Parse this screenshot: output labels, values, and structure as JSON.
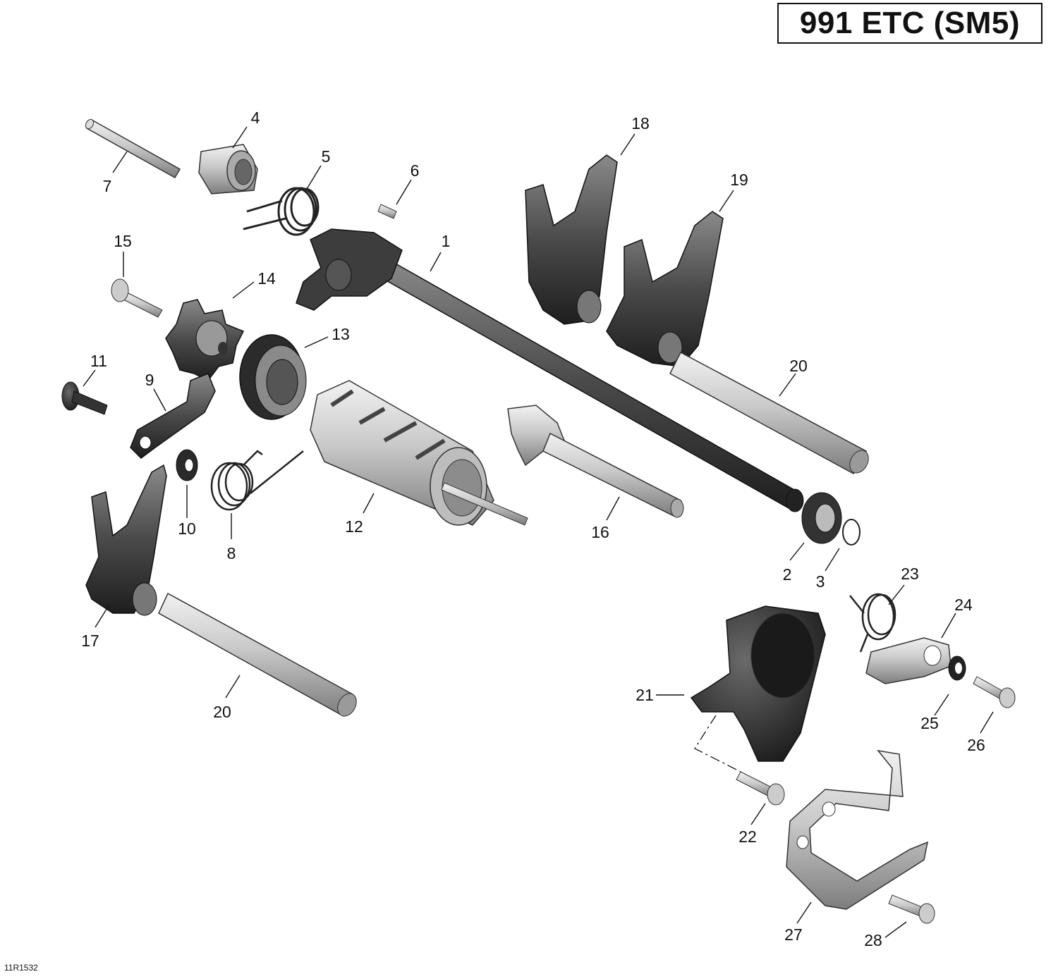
{
  "title": "991 ETC (SM5)",
  "drawing_code": "11R1532",
  "callouts": [
    {
      "id": "c1",
      "label": "1"
    },
    {
      "id": "c2",
      "label": "2"
    },
    {
      "id": "c3",
      "label": "3"
    },
    {
      "id": "c4",
      "label": "4"
    },
    {
      "id": "c5",
      "label": "5"
    },
    {
      "id": "c6",
      "label": "6"
    },
    {
      "id": "c7",
      "label": "7"
    },
    {
      "id": "c8",
      "label": "8"
    },
    {
      "id": "c9",
      "label": "9"
    },
    {
      "id": "c10",
      "label": "10"
    },
    {
      "id": "c11",
      "label": "11"
    },
    {
      "id": "c12",
      "label": "12"
    },
    {
      "id": "c13",
      "label": "13"
    },
    {
      "id": "c14",
      "label": "14"
    },
    {
      "id": "c15",
      "label": "15"
    },
    {
      "id": "c16",
      "label": "16"
    },
    {
      "id": "c17",
      "label": "17"
    },
    {
      "id": "c18",
      "label": "18"
    },
    {
      "id": "c19",
      "label": "19"
    },
    {
      "id": "c20a",
      "label": "20"
    },
    {
      "id": "c20b",
      "label": "20"
    },
    {
      "id": "c21",
      "label": "21"
    },
    {
      "id": "c22",
      "label": "22"
    },
    {
      "id": "c23",
      "label": "23"
    },
    {
      "id": "c24",
      "label": "24"
    },
    {
      "id": "c25",
      "label": "25"
    },
    {
      "id": "c26",
      "label": "26"
    },
    {
      "id": "c27",
      "label": "27"
    },
    {
      "id": "c28",
      "label": "28"
    }
  ]
}
